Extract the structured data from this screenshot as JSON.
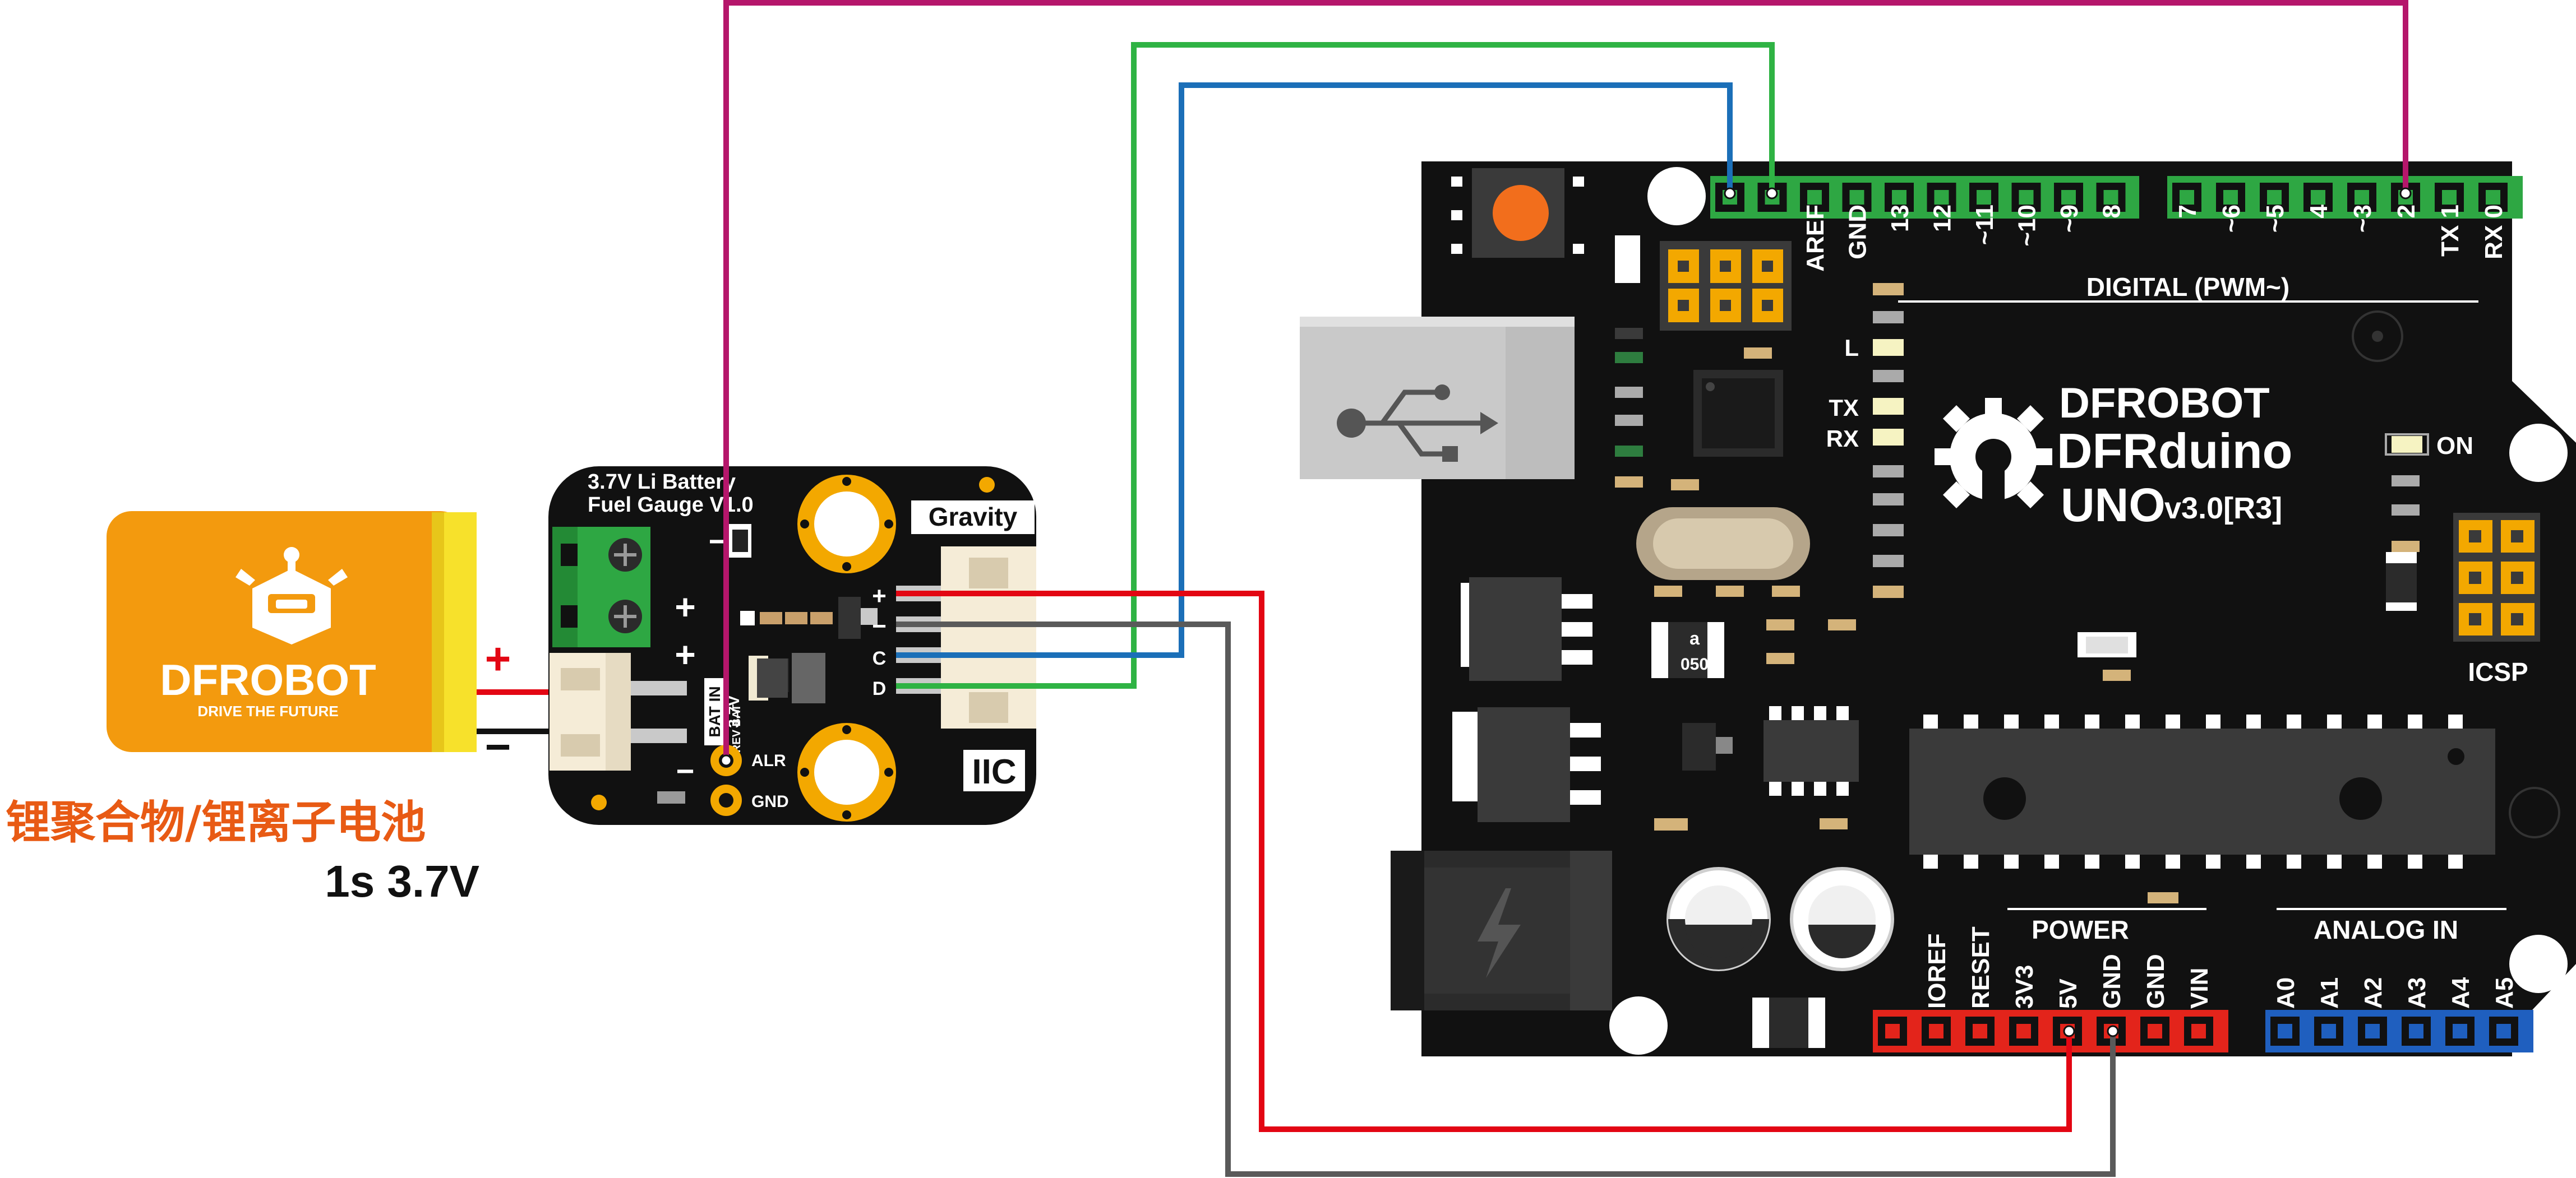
{
  "battery": {
    "brand": "DFROBOT",
    "tagline": "DRIVE THE FUTURE",
    "plus": "+",
    "minus": "−",
    "caption_cn": "锂聚合物/锂离子电池",
    "caption_spec": "1s 3.7V",
    "colors": {
      "body": "#f39a0e",
      "tab": "#f7e12b",
      "caption_cn": "#e85a14"
    }
  },
  "gauge": {
    "title_line1": "3.7V Li Battery",
    "title_line2": "Fuel Gauge V1.0",
    "gravity": "Gravity",
    "iic": "IIC",
    "bat_in": "3.7V BAT IN",
    "bat_in_short": "BAT IN",
    "bat_in_volt": "3.7V",
    "rev_bat": "REV BAT",
    "pin_plus": "+",
    "pin_minus": "−",
    "pin_c": "C",
    "pin_d": "D",
    "alr": "ALR",
    "gnd": "GND",
    "term_plus_top": "+",
    "term_plus_bottom": "+",
    "term_minus_top": "−",
    "term_minus_bottom": "−"
  },
  "arduino": {
    "brand": "DFROBOT",
    "model": "DFRduino",
    "version_main": "UNO",
    "version_sub": "v3.0[R3]",
    "digital_label": "DIGITAL (PWM~)",
    "digital_left_pins": [
      "AREF",
      "GND",
      "13",
      "12",
      "~11",
      "~10",
      "~9",
      "8"
    ],
    "digital_right_pins": [
      "7",
      "~6",
      "~5",
      "4",
      "~3",
      "2",
      "TX 1",
      "RX 0"
    ],
    "power_label": "POWER",
    "power_pins": [
      "IOREF",
      "RESET",
      "3V3",
      "5V",
      "GND",
      "GND",
      "VIN"
    ],
    "analog_label": "ANALOG IN",
    "analog_pins": [
      "A0",
      "A1",
      "A2",
      "A3",
      "A4",
      "A5"
    ],
    "led_l": "L",
    "led_tx": "TX",
    "led_rx": "RX",
    "on_label": "ON",
    "icsp_label": "ICSP",
    "crystal_marking_top": "a",
    "crystal_marking_bottom": "050"
  },
  "wires": [
    {
      "name": "power-5v",
      "color": "#e30613",
      "from": "gauge +",
      "to": "5V"
    },
    {
      "name": "ground",
      "color": "#5a5a5a",
      "from": "gauge −",
      "to": "GND"
    },
    {
      "name": "scl",
      "color": "#1b6fb8",
      "from": "gauge C",
      "to": "AREF-row SCL"
    },
    {
      "name": "sda",
      "color": "#2fb344",
      "from": "gauge D",
      "to": "AREF-row SDA"
    },
    {
      "name": "alert",
      "color": "#b5166b",
      "from": "gauge ALR",
      "to": "D2"
    }
  ],
  "colors": {
    "pcb": "#111111",
    "header_green": "#2ea743",
    "header_red": "#e3241b",
    "header_blue": "#1f5fbf",
    "gold": "#f3a800",
    "silk": "#ffffff"
  }
}
